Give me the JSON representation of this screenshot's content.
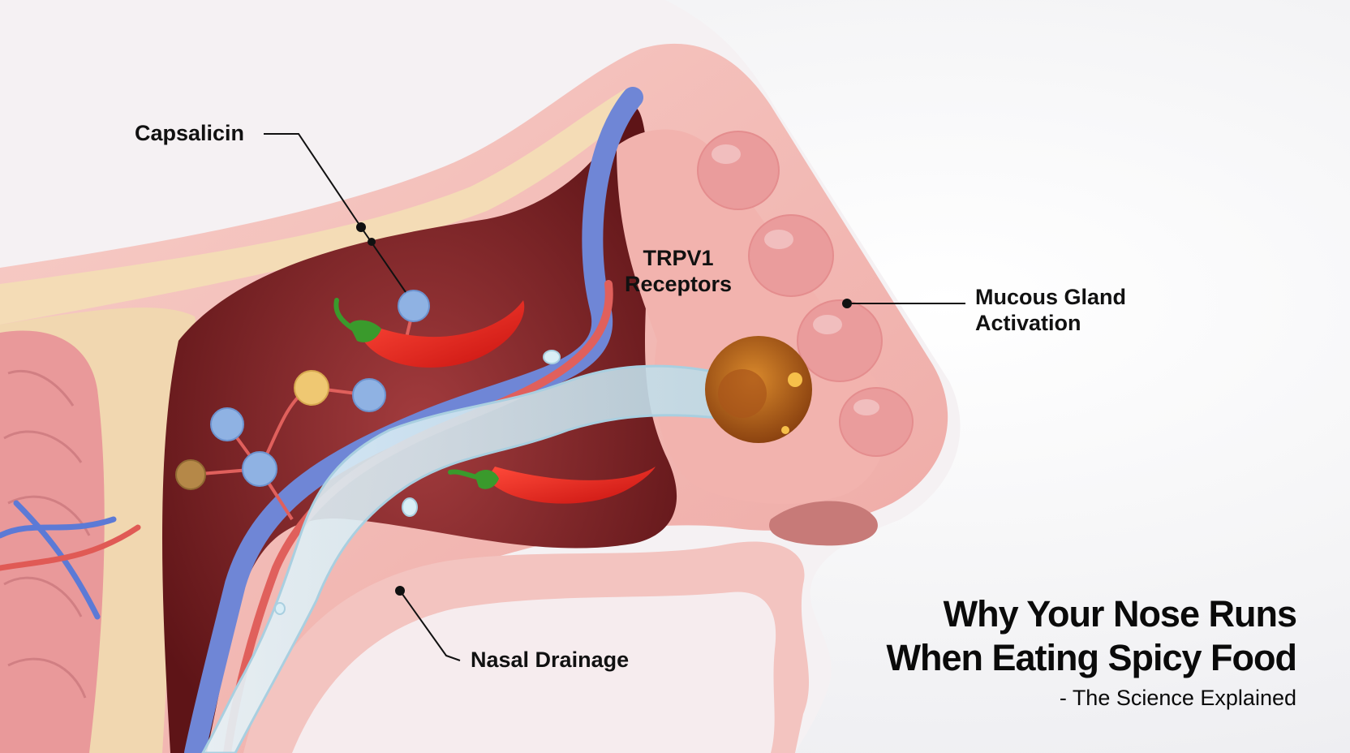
{
  "labels": {
    "capsaicin": "Capsalicin",
    "trpv1_line1": "TRPV1",
    "trpv1_line2": "Receptors",
    "mucous_line1": "Mucous Gland",
    "mucous_line2": "Activation",
    "drainage": "Nasal Drainage"
  },
  "title": {
    "line1": "Why Your Nose Runs",
    "line2": "When Eating Spicy Food",
    "subtitle": "- The Science Explained"
  },
  "colors": {
    "tissue": "#f2b7b3",
    "cavity": "#7a2226",
    "pepper": "#e0221f",
    "vein": "#6f86d6",
    "mucus": "#cfe6f0",
    "gland": "#b8651c"
  }
}
